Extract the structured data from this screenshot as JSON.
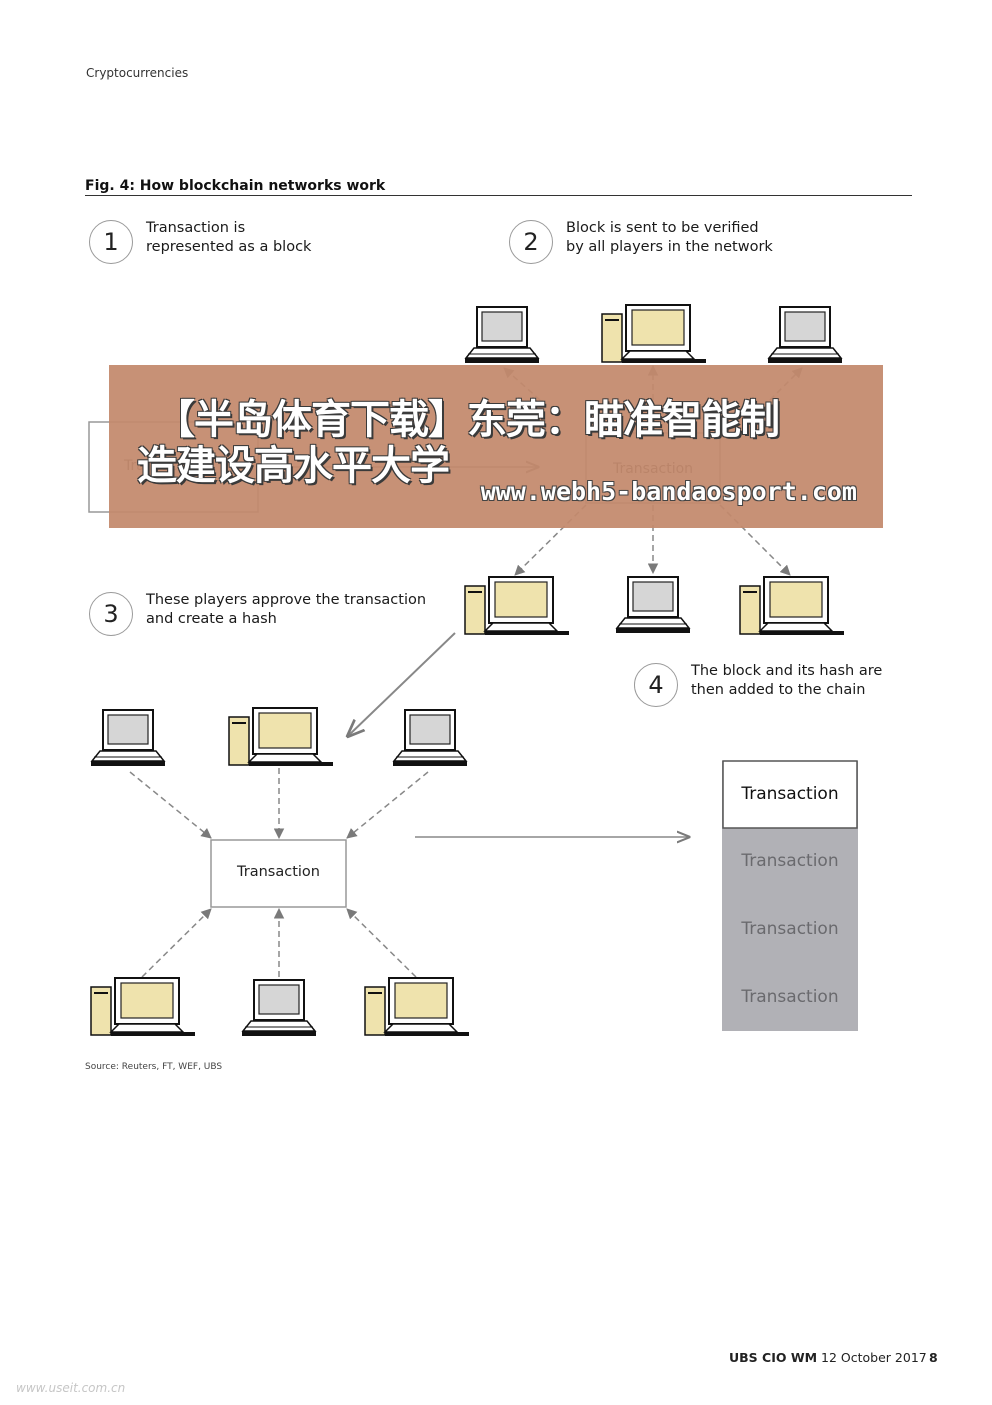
{
  "header": {
    "section": "Cryptocurrencies"
  },
  "figure": {
    "title": "Fig. 4: How blockchain networks work",
    "source": "Source: Reuters, FT, WEF, UBS",
    "steps": [
      {
        "num": "1",
        "lines": [
          "Transaction is",
          "represented as a block"
        ]
      },
      {
        "num": "2",
        "lines": [
          "Block is sent to be verified",
          "by all players in the network"
        ]
      },
      {
        "num": "3",
        "lines": [
          "These players approve the transaction",
          "and create a hash"
        ]
      },
      {
        "num": "4",
        "lines": [
          "The block and its hash are",
          "then added to the chain"
        ]
      }
    ],
    "block_label": "Transaction",
    "chain": [
      "Transaction",
      "Transaction",
      "Transaction",
      "Transaction"
    ]
  },
  "banner": {
    "line1": "【半岛体育下载】东莞：瞄准智能制",
    "line2": "造建设高水平大学",
    "url": "www.webh5-bandaosport.com"
  },
  "footer": {
    "brand": "UBS CIO WM",
    "date": "12 October 2017",
    "page": "8"
  },
  "corner_watermark": "www.useit.com.cn",
  "colors": {
    "chain_gray": "#b1b1b6",
    "banner": "#c3896c",
    "screen_cream": "#efe3ad",
    "screen_gray": "#d6d6d6"
  }
}
